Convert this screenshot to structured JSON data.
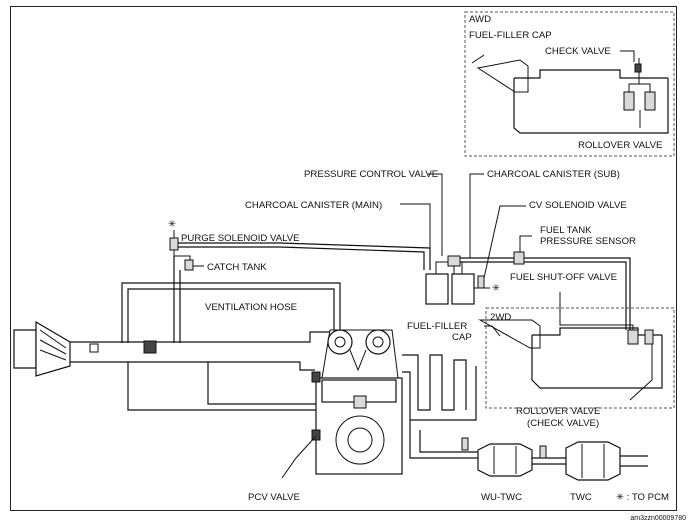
{
  "labels": {
    "awd": "AWD",
    "awd_fuel_filler_cap": "FUEL-FILLER CAP",
    "awd_check_valve": "CHECK VALVE",
    "awd_rollover_valve": "ROLLOVER VALVE",
    "pressure_control_valve": "PRESSURE CONTROL VALVE",
    "charcoal_canister_sub": "CHARCOAL CANISTER (SUB)",
    "charcoal_canister_main": "CHARCOAL CANISTER (MAIN)",
    "cv_solenoid_valve": "CV SOLENOID VALVE",
    "purge_solenoid_valve": "PURGE SOLENOID VALVE",
    "fuel_tank_pressure_sensor_1": "FUEL TANK",
    "fuel_tank_pressure_sensor_2": "PRESSURE SENSOR",
    "catch_tank": "CATCH TANK",
    "fuel_shutoff_valve": "FUEL SHUT-OFF VALVE",
    "ventilation_hose": "VENTILATION HOSE",
    "twowd": "2WD",
    "fuel_filler_cap_1": "FUEL-FILLER",
    "fuel_filler_cap_2": "CAP",
    "rollover_valve_1": "ROLLOVER VALVE",
    "rollover_valve_2": "(CHECK VALVE)",
    "pcv_valve": "PCV VALVE",
    "wu_twc": "WU-TWC",
    "twc": "TWC",
    "to_pcm": "✳ : TO PCM",
    "asterisk": "✳",
    "figure_id": "am3zzn00009780"
  }
}
